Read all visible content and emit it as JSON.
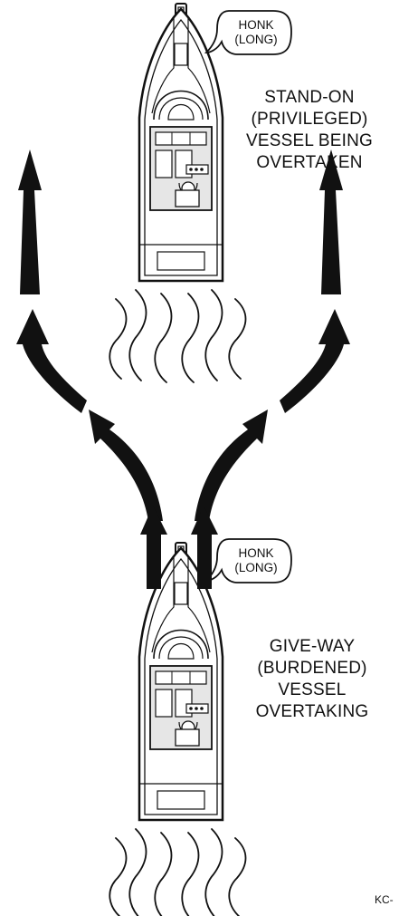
{
  "colors": {
    "ink": "#111111",
    "hull": "#ffffff",
    "deck": "#e6e6e6",
    "background": "#ffffff"
  },
  "stand_on": {
    "honk_line1": "HONK",
    "honk_line2": "(LONG)",
    "label_lines": [
      "STAND-ON",
      "(PRIVILEGED)",
      "VESSEL BEING",
      "OVERTAKEN"
    ]
  },
  "give_way": {
    "honk_line1": "HONK",
    "honk_line2": "(LONG)",
    "label_lines": [
      "GIVE-WAY",
      "(BURDENED)",
      "VESSEL",
      "OVERTAKING"
    ]
  },
  "figure_code": "KC-"
}
